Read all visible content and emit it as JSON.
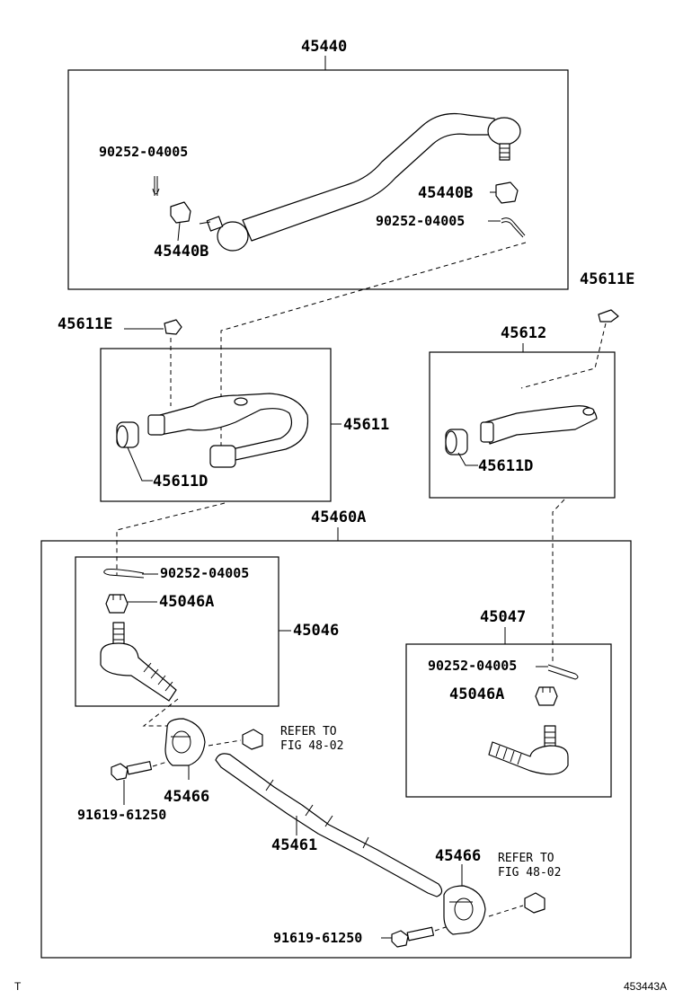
{
  "labels": {
    "drag_link": "45440",
    "cotter_pin_a": "90252-04005",
    "nut_left": "45440B",
    "nut_right": "45440B",
    "cotter_pin_b": "90252-04005",
    "arm_nut_left": "45611E",
    "arm_nut_right": "45611E",
    "knuckle_arm_right": "45612",
    "knuckle_arm_left": "45611",
    "arm_boot_left": "45611D",
    "arm_boot_right": "45611D",
    "tie_rod_assy": "45460A",
    "cotter_pin_c": "90252-04005",
    "castle_nut_left": "45046A",
    "tie_rod_end_left": "45046",
    "tie_rod_end_right": "45047",
    "cotter_pin_d": "90252-04005",
    "castle_nut_right": "45046A",
    "refer_left_1": "REFER TO",
    "refer_left_2": "FIG 48-02",
    "bolt_left": "91619-61250",
    "clamp_left": "45466",
    "tie_rod_tube": "45461",
    "clamp_right": "45466",
    "refer_right_1": "REFER TO",
    "refer_right_2": "FIG 48-02",
    "bolt_right": "91619-61250"
  },
  "footer": {
    "left_mark": "T",
    "figure_id": "453443A"
  }
}
